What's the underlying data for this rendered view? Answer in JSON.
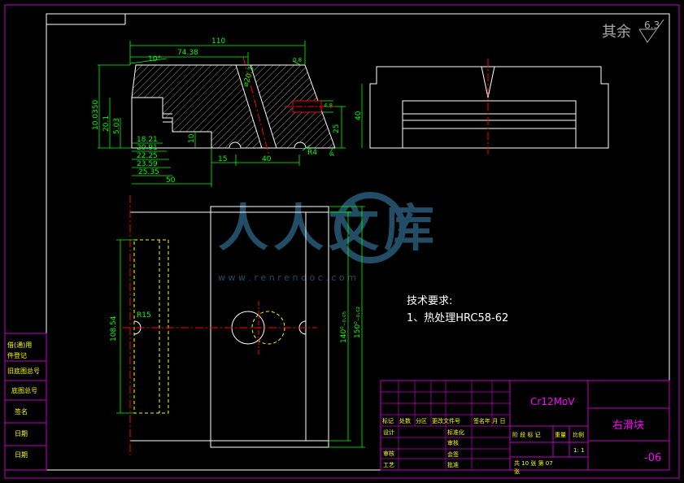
{
  "colors": {
    "background": "#000000",
    "frame": "#c000c0",
    "outline": "#ffffff",
    "dimension": "#00ff00",
    "centerline": "#ff0000",
    "hidden": "#ffff00",
    "title_text": "#ff00ff",
    "tech_text": "#ffffff",
    "watermark": "#2a5a78"
  },
  "roughness": {
    "label": "其余",
    "value": "6.3"
  },
  "front_view": {
    "dims": {
      "overall_width": "110",
      "top_width": "74.38",
      "angle": "10°",
      "small_top": "0.8",
      "hole_dia": "⌀20.3",
      "left_height": "10.0350",
      "h_20_1": "20.1",
      "h_5_03": "5.03",
      "w_18_21": "18.21",
      "w_20_91": "20.91",
      "w_22_25": "22.25",
      "w_23_59": "23.59",
      "w_25_35": "25.35",
      "w_50": "50",
      "step_10": "10",
      "w_15": "15",
      "w_40": "40",
      "r4": "R4",
      "h_25": "25",
      "small_right": "4.8",
      "angle_right": "A"
    }
  },
  "side_view": {
    "dims": {
      "height_40": "40"
    }
  },
  "top_view": {
    "dims": {
      "length_108_54": "108.54",
      "r15": "R15",
      "len_140": "140⁰₋₀.₀₅",
      "len_150": "150⁰₋₀.₀₂"
    }
  },
  "watermark": {
    "text": "人人文库",
    "url": "w w w . r e n r e n d o c . c o m"
  },
  "tech_req": {
    "title": "技术要求:",
    "item1": "1、热处理HRC58-62"
  },
  "left_strip": {
    "labels": [
      "借(通)用",
      "件登记",
      "旧底图总号",
      "底图总号",
      "签名",
      "日期",
      "日期"
    ]
  },
  "title_block": {
    "material": "Cr12MoV",
    "part_name": "右滑块",
    "drawing_no": "-06",
    "scale_row": "1: 1",
    "sheet_info": "共 10  张    第 07",
    "sheet_suffix": "张",
    "rev_header": [
      "标记",
      "处数",
      "分区",
      "更改文件号",
      "签名",
      "年 月 日"
    ],
    "rows_left": [
      "设计",
      "审核",
      "工艺"
    ],
    "rows_mid": [
      "标准化",
      "审核",
      "会签",
      "批准"
    ],
    "stage_header": [
      "阶 段 标 记",
      "重量",
      "比例"
    ]
  }
}
